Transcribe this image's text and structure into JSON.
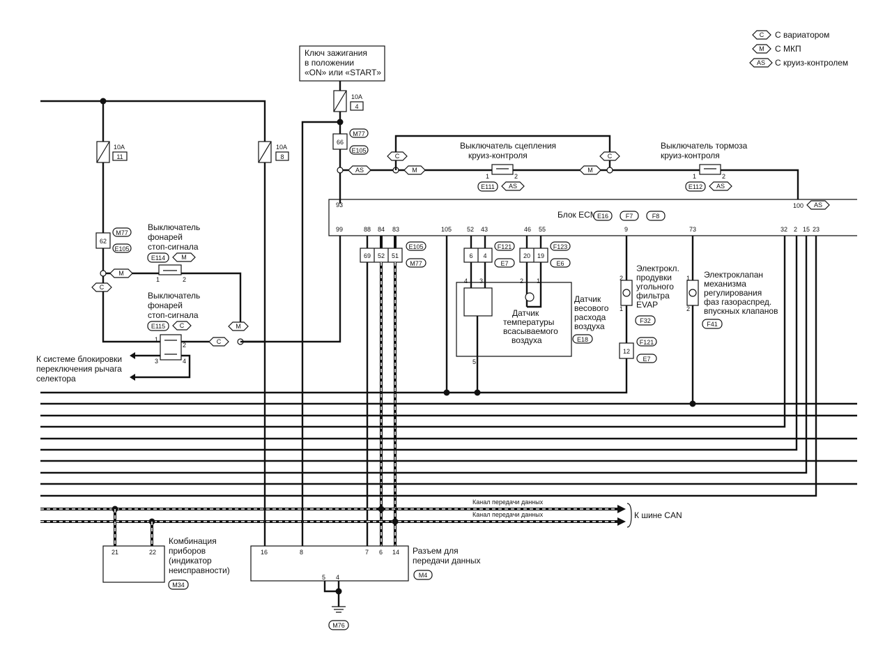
{
  "legend": [
    {
      "code": "C",
      "text": "С вариатором"
    },
    {
      "code": "M",
      "text": "С МКП"
    },
    {
      "code": "AS",
      "text": "С круиз-контролем"
    }
  ],
  "ignition": {
    "line1": "Ключ зажигания",
    "line2": "в положении",
    "line3": "«ON» или «START»",
    "fuse_rating": "10A",
    "fuse_no": "4"
  },
  "fuse_left": {
    "rating": "10A",
    "no": "11"
  },
  "fuse_right": {
    "rating": "10A",
    "no": "8"
  },
  "conn": {
    "m77": "M77",
    "e105": "E105",
    "pin62": "62",
    "pin66": "66",
    "e16": "E16",
    "f7": "F7",
    "f8": "F8",
    "f121": "F121",
    "f123": "F123",
    "e7": "E7",
    "e6": "E6",
    "e18": "E18",
    "f32": "F32",
    "f41": "F41",
    "m34": "M34",
    "m4": "M4",
    "m76": "M76",
    "e111": "E111",
    "e112": "E112",
    "e114": "E114",
    "e115": "E115",
    "as": "AS",
    "c": "C",
    "m": "M"
  },
  "stop1": {
    "line1": "Выключатель",
    "line2": "фонарей",
    "line3": "стоп-сигнала"
  },
  "stop2": {
    "line1": "Выключатель",
    "line2": "фонарей",
    "line3": "стоп-сигнала"
  },
  "interlock": {
    "line1": "К системе блокировки",
    "line2": "переключения рычага",
    "line3": "селектора"
  },
  "clutch_sw": {
    "line1": "Выключатель сцепления",
    "line2": "круиз-контроля"
  },
  "brake_sw": {
    "line1": "Выключатель тормоза",
    "line2": "круиз-контроля"
  },
  "ecm": {
    "title": "Блок ECM",
    "pin93": "93",
    "pin100": "100",
    "pins": [
      "99",
      "88",
      "84",
      "83",
      "105",
      "52",
      "43",
      "46",
      "55",
      "9",
      "73",
      "32",
      "2",
      "15",
      "23"
    ]
  },
  "iat": {
    "line1": "Датчик",
    "line2": "температуры",
    "line3": "всасываемого",
    "line4": "воздуха"
  },
  "maf": {
    "line1": "Датчик",
    "line2": "весового",
    "line3": "расхода",
    "line4": "воздуха"
  },
  "evap": {
    "line1": "Электрокл.",
    "line2": "продувки",
    "line3": "угольного",
    "line4": "фильтра",
    "line5": "EVAP"
  },
  "vtc": {
    "line1": "Электроклапан",
    "line2": "механизма",
    "line3": "регулирования",
    "line4": "фаз газораспред.",
    "line5": "впускных клапанов"
  },
  "can": {
    "line1": "Канал передачи данных",
    "line2": "Канал передачи данных",
    "bus": "К шине CAN"
  },
  "cluster": {
    "line1": "Комбинация",
    "line2": "приборов",
    "line3": "(индикатор",
    "line4": "неисправности)",
    "pinA": "21",
    "pinB": "22"
  },
  "dlc": {
    "line1": "Разъем для",
    "line2": "передачи данных",
    "pins": [
      "16",
      "8",
      "7",
      "6",
      "14"
    ],
    "gnd_pins": [
      "5",
      "4"
    ]
  },
  "inline_pins": {
    "a": [
      "69",
      "52",
      "51"
    ],
    "b": [
      "6",
      "4"
    ],
    "c": [
      "20",
      "19"
    ],
    "d": "12"
  },
  "misc_pins": {
    "p1": "1",
    "p2": "2",
    "p3": "3",
    "p4": "4",
    "p5": "5"
  }
}
